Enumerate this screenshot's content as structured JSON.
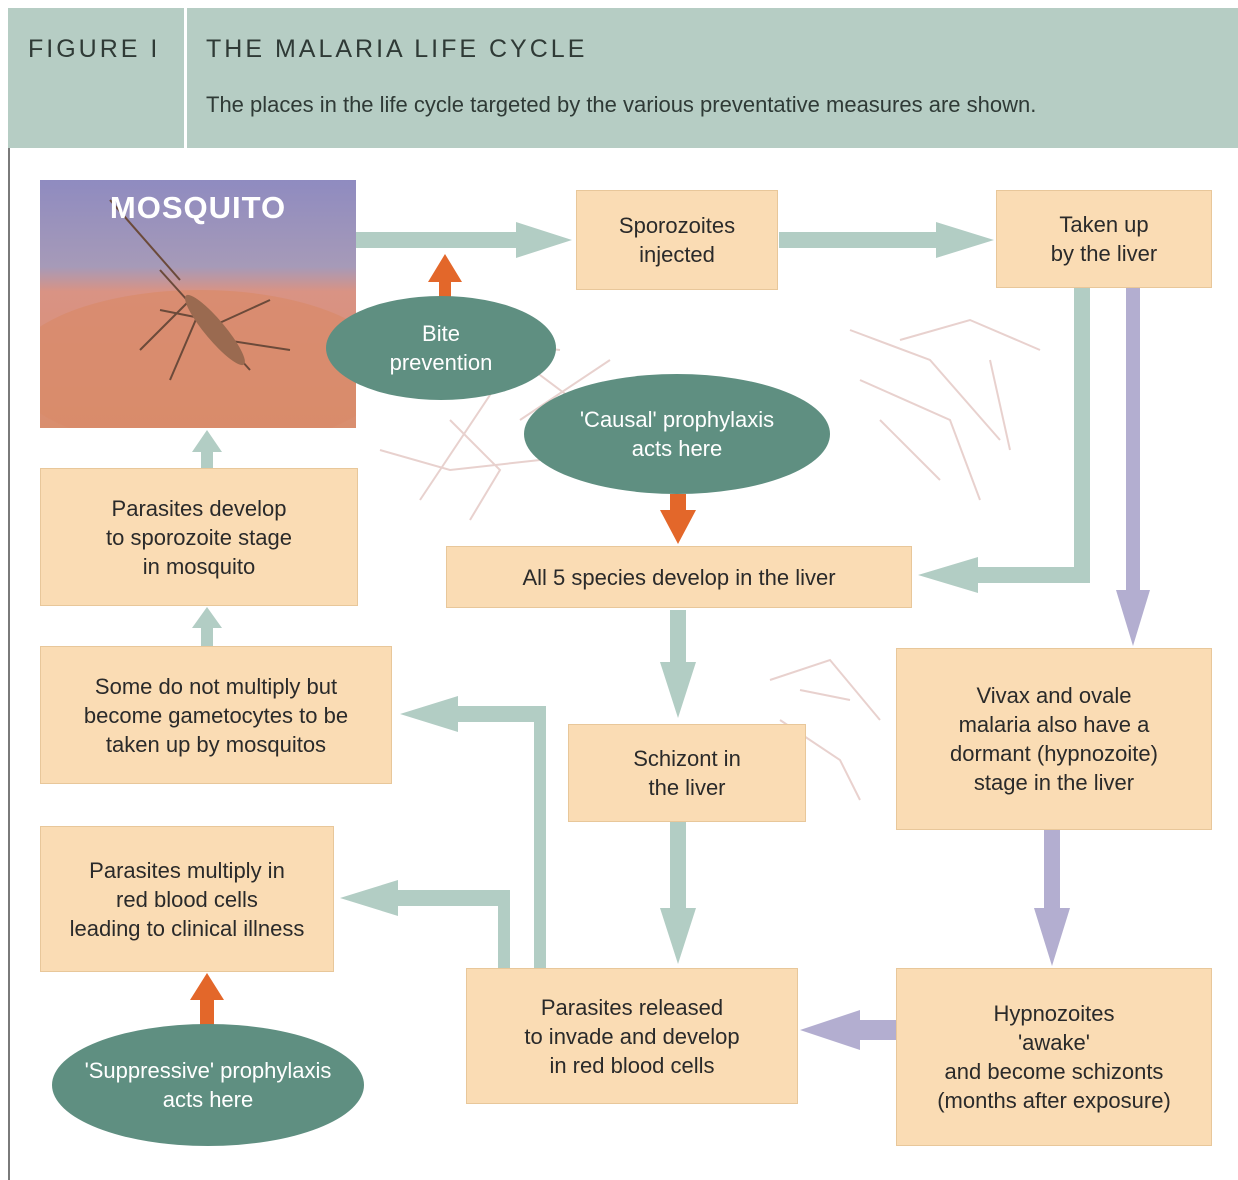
{
  "header": {
    "figure_label": "FIGURE I",
    "title": "THE MALARIA LIFE CYCLE",
    "subtitle": "The places in the life cycle targeted by the various preventative measures are shown."
  },
  "photo": {
    "label": "MOSQUITO"
  },
  "boxes": {
    "sporozoites": "Sporozoites\ninjected",
    "taken_up": "Taken up\nby the liver",
    "develop_sporozoite": "Parasites develop\nto sporozoite stage\nin mosquito",
    "all_species": "All 5 species develop in the liver",
    "gametocytes": "Some do not multiply but\nbecome gametocytes to be\ntaken up by mosquitos",
    "schizont": "Schizont in\nthe liver",
    "vivax": "Vivax and ovale\nmalaria also have a\ndormant (hypnozoite)\nstage in the liver",
    "multiply": "Parasites multiply in\nred blood cells\nleading to clinical illness",
    "released": "Parasites released\nto invade and develop\nin red blood cells",
    "hypnozoites": "Hypnozoites\n'awake'\nand become schizonts\n(months after exposure)"
  },
  "measures": {
    "bite": "Bite\nprevention",
    "causal": "'Causal' prophylaxis\nacts here",
    "suppressive": "'Suppressive' prophylaxis\nacts here"
  },
  "colors": {
    "header_bg": "#b6cdc4",
    "box_fill": "#fadcb4",
    "measure_fill": "#5f8f81",
    "arrow_green": "#b2cdc4",
    "arrow_purple": "#b3aed0",
    "arrow_orange": "#e3672a"
  }
}
